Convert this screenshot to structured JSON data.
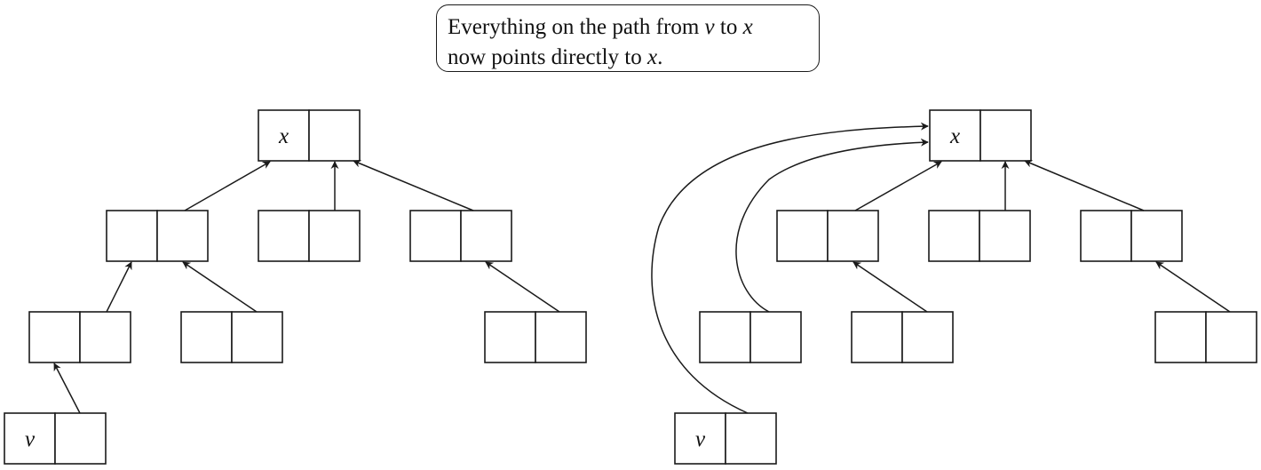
{
  "callout": {
    "line1": {
      "text": "Everything on the path from ",
      "v": "v",
      "to": " to ",
      "x": "x"
    },
    "line2": {
      "text": "now points directly to ",
      "x": "x",
      "end": "."
    }
  },
  "trees": [
    {
      "side": "left",
      "root_label": "x",
      "leaf_label": "v",
      "state": "before"
    },
    {
      "side": "right",
      "root_label": "x",
      "leaf_label": "v",
      "state": "after"
    }
  ]
}
